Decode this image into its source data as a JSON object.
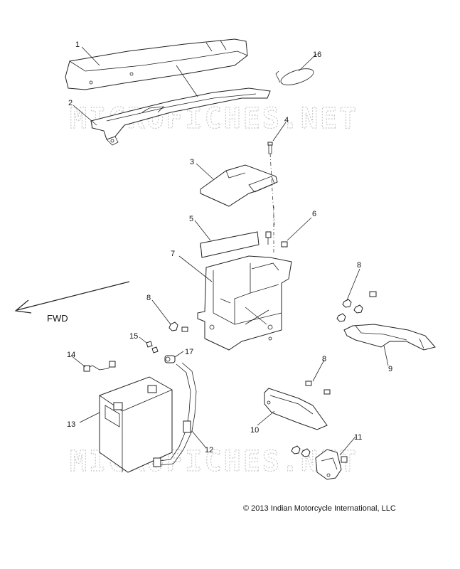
{
  "watermark": "MICROFICHES.NET",
  "fwd_label": "FWD",
  "copyright": "© 2013 Indian Motorcycle International, LLC",
  "callouts": {
    "c1": "1",
    "c2": "2",
    "c3": "3",
    "c4": "4",
    "c5": "5",
    "c6": "6",
    "c7": "7",
    "c8a": "8",
    "c8b": "8",
    "c8c": "8",
    "c9": "9",
    "c10": "10",
    "c11": "11",
    "c12": "12",
    "c13": "13",
    "c14": "14",
    "c15": "15",
    "c16": "16",
    "c17": "17"
  }
}
